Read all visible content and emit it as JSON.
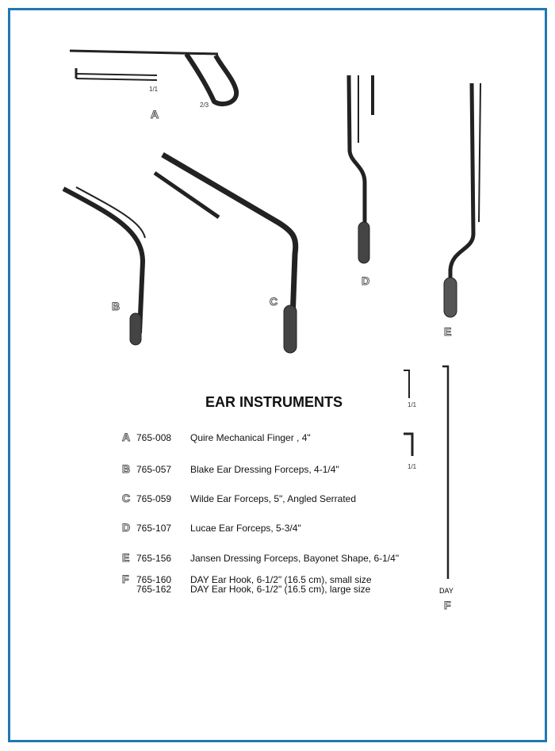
{
  "title": "EAR INSTRUMENTS",
  "figure_letters": {
    "a": "A",
    "b": "B",
    "c": "C",
    "d": "D",
    "e": "E",
    "f": "F"
  },
  "scale_labels": {
    "a_tube": "1/1",
    "a_handle": "2/3",
    "hook1": "1/1",
    "hook2": "1/1"
  },
  "day_label": "DAY",
  "items": [
    {
      "letter": "A",
      "code": "765-008",
      "desc": "Quire Mechanical Finger , 4\""
    },
    {
      "letter": "B",
      "code": "765-057",
      "desc": "Blake Ear Dressing Forceps, 4-1/4\""
    },
    {
      "letter": "C",
      "code": "765-059",
      "desc": "Wilde Ear Forceps, 5\", Angled Serrated"
    },
    {
      "letter": "D",
      "code": "765-107",
      "desc": "Lucae Ear Forceps, 5-3/4\""
    },
    {
      "letter": "E",
      "code": "765-156",
      "desc": "Jansen Dressing Forceps, Bayonet Shape, 6-1/4\""
    },
    {
      "letter": "F",
      "code": "765-160",
      "desc": "DAY Ear Hook, 6-1/2\" (16.5 cm), small size"
    },
    {
      "letter": "",
      "code": "765-162",
      "desc": "DAY Ear Hook, 6-1/2\" (16.5 cm), large size"
    }
  ]
}
